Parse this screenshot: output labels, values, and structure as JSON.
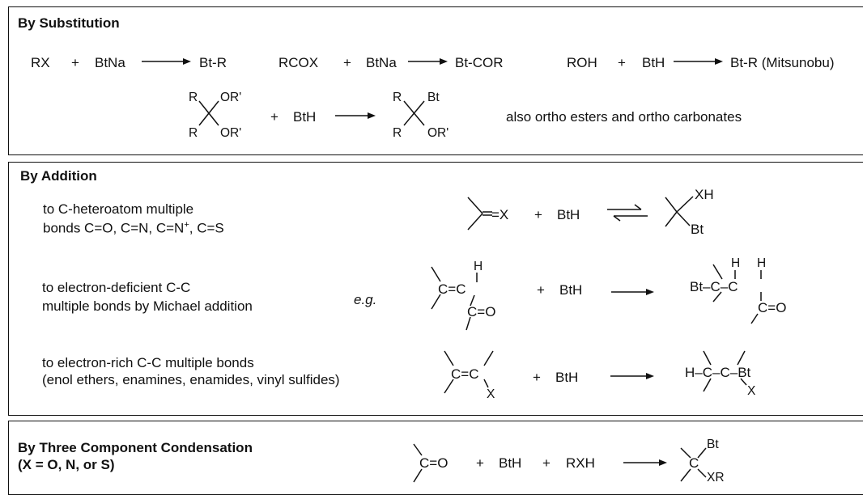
{
  "substitution": {
    "heading": "By Substitution",
    "reaction1": {
      "reactant1": "RX",
      "plus": "+",
      "reactant2": "BtNa",
      "product": "Bt-R"
    },
    "reaction2": {
      "reactant1": "RCOX",
      "plus": "+",
      "reactant2": "BtNa",
      "product": "Bt-COR"
    },
    "reaction3": {
      "reactant1": "ROH",
      "plus": "+",
      "reactant2": "BtH",
      "product": "Bt-R (Mitsunobu)"
    },
    "acetal_reaction": {
      "r_top": "R",
      "or_top": "OR'",
      "r_bottom": "R",
      "or_bottom": "OR'",
      "plus": "+",
      "reagent": "BtH",
      "p_r_top": "R",
      "p_bt": "Bt",
      "p_r_bottom": "R",
      "p_or": "OR'",
      "note": "also ortho esters and ortho carbonates"
    }
  },
  "addition": {
    "heading": "By Addition",
    "case1": {
      "desc_line1": "to C-heteroatom multiple",
      "desc_line2_prefix": "bonds C=O, C=N, C=N",
      "desc_line2_sup": "+",
      "desc_line2_suffix": ", C=S",
      "reactant": "=X",
      "plus": "+",
      "reagent": "BtH",
      "product_top": "XH",
      "product_bottom": "Bt"
    },
    "case2": {
      "desc_line1": "to electron-deficient C-C",
      "desc_line2": "multiple bonds by Michael addition",
      "eg": "e.g.",
      "r_h": "H",
      "r_ceqc": "C=C",
      "r_ceqo": "C=O",
      "plus": "+",
      "reagent": "BtH",
      "p_h1": "H",
      "p_h2": "H",
      "p_main": "Bt–C–C",
      "p_ceqo": "C=O"
    },
    "case3": {
      "desc_line1": "to electron-rich C-C multiple bonds",
      "desc_line2": "(enol ethers, enamines, enamides, vinyl sulfides)",
      "r_ceqc": "C=C",
      "r_x": "X",
      "plus": "+",
      "reagent": "BtH",
      "p_main": "H–C–C–Bt",
      "p_x": "X"
    }
  },
  "three_component": {
    "heading_line1": "By Three Component Condensation",
    "heading_line2": "(X = O, N, or S)",
    "reactant": "C=O",
    "plus1": "+",
    "reagent1": "BtH",
    "plus2": "+",
    "reagent2": "RXH",
    "p_c": "C",
    "p_bt": "Bt",
    "p_xr": "XR"
  },
  "icons": {
    "arrow": "reaction-arrow-icon",
    "equilibrium": "equilibrium-arrows-icon"
  }
}
